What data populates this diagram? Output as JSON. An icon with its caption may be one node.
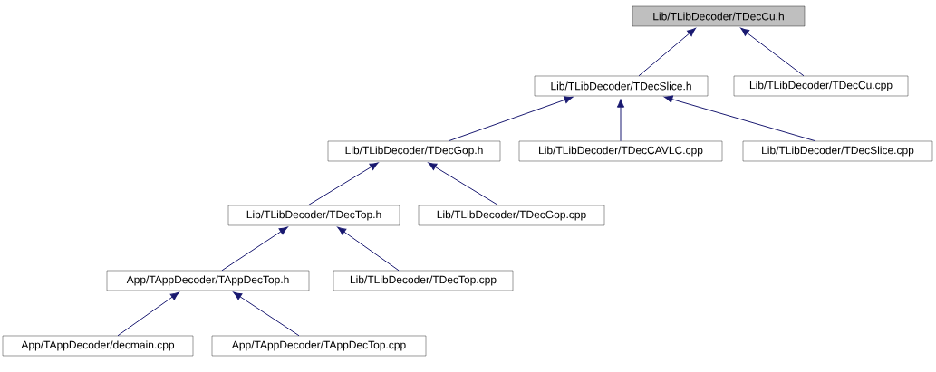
{
  "diagram": {
    "nodes": [
      {
        "text": [
          "Lib/TLibDecoder/TDecCu.h"
        ]
      },
      {
        "text": [
          "Lib/TLibDecoder/TDecSlice.h"
        ]
      },
      {
        "text": [
          "Lib/TLibDecoder/TDecCu.cpp"
        ]
      },
      {
        "text": [
          "Lib/TLibDecoder/TDecGop.h"
        ]
      },
      {
        "text": [
          "Lib/TLibDecoder/TDecCAVLC.cpp"
        ]
      },
      {
        "text": [
          "Lib/TLibDecoder/TDecSlice.cpp"
        ]
      },
      {
        "text": [
          "Lib/TLibDecoder/TDecTop.h"
        ]
      },
      {
        "text": [
          "Lib/TLibDecoder/TDecGop.cpp"
        ]
      },
      {
        "text": [
          "App/TAppDecoder/TAppDecTop.h"
        ]
      },
      {
        "text": [
          "Lib/TLibDecoder/TDecTop.cpp"
        ]
      },
      {
        "text": [
          "App/TAppDecoder/decmain.cpp"
        ]
      },
      {
        "text": [
          "App/TAppDecoder/TAppDecTop.cpp"
        ]
      }
    ],
    "edges": [
      {
        "from": 1,
        "to": 0,
        "arrow": "to"
      },
      {
        "from": 2,
        "to": 0,
        "arrow": "to"
      },
      {
        "from": 3,
        "to": 1,
        "arrow": "to"
      },
      {
        "from": 4,
        "to": 1,
        "arrow": "to"
      },
      {
        "from": 5,
        "to": 1,
        "arrow": "to"
      },
      {
        "from": 6,
        "to": 3,
        "arrow": "to"
      },
      {
        "from": 7,
        "to": 3,
        "arrow": "to"
      },
      {
        "from": 8,
        "to": 6,
        "arrow": "to"
      },
      {
        "from": 9,
        "to": 6,
        "arrow": "to"
      },
      {
        "from": 10,
        "to": 8,
        "arrow": "to"
      },
      {
        "from": 11,
        "to": 8,
        "arrow": "to"
      }
    ]
  }
}
